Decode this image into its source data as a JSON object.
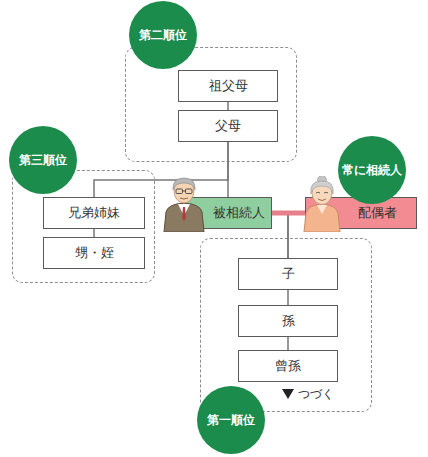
{
  "diagram": {
    "nodes": [
      {
        "text": [
          "第二順位"
        ]
      },
      {
        "text": [
          "祖父母"
        ],
        "in": 0
      },
      {
        "text": [
          "父母"
        ],
        "in": 0
      },
      {
        "text": [
          "第三順位"
        ]
      },
      {
        "text": [
          "兄弟姉妹"
        ],
        "in": 3
      },
      {
        "text": [
          "甥・姪"
        ],
        "in": 3
      },
      {
        "text": [
          "被相続人"
        ]
      },
      {
        "text": [
          "常に相続人"
        ]
      },
      {
        "text": [
          "配偶者"
        ]
      },
      {
        "text": [
          "第一順位"
        ]
      },
      {
        "text": [
          "子"
        ],
        "in": 9
      },
      {
        "text": [
          "孫"
        ],
        "in": 9
      },
      {
        "text": [
          "曾孫"
        ],
        "in": 9
      }
    ],
    "edges": [
      {
        "from": 1,
        "to": 2,
        "arrow": "none"
      },
      {
        "from": 2,
        "to": 6,
        "arrow": "none"
      },
      {
        "from": 2,
        "to": 4,
        "arrow": "none"
      },
      {
        "from": 4,
        "to": 5,
        "arrow": "none"
      },
      {
        "from": 6,
        "to": 8,
        "arrow": "none"
      },
      {
        "from": 6,
        "to": 10,
        "arrow": "none"
      },
      {
        "from": 8,
        "to": 10,
        "arrow": "none"
      },
      {
        "from": 10,
        "to": 11,
        "arrow": "none"
      },
      {
        "from": 11,
        "to": 12,
        "arrow": "none"
      }
    ],
    "labels": [
      "つづく"
    ]
  }
}
